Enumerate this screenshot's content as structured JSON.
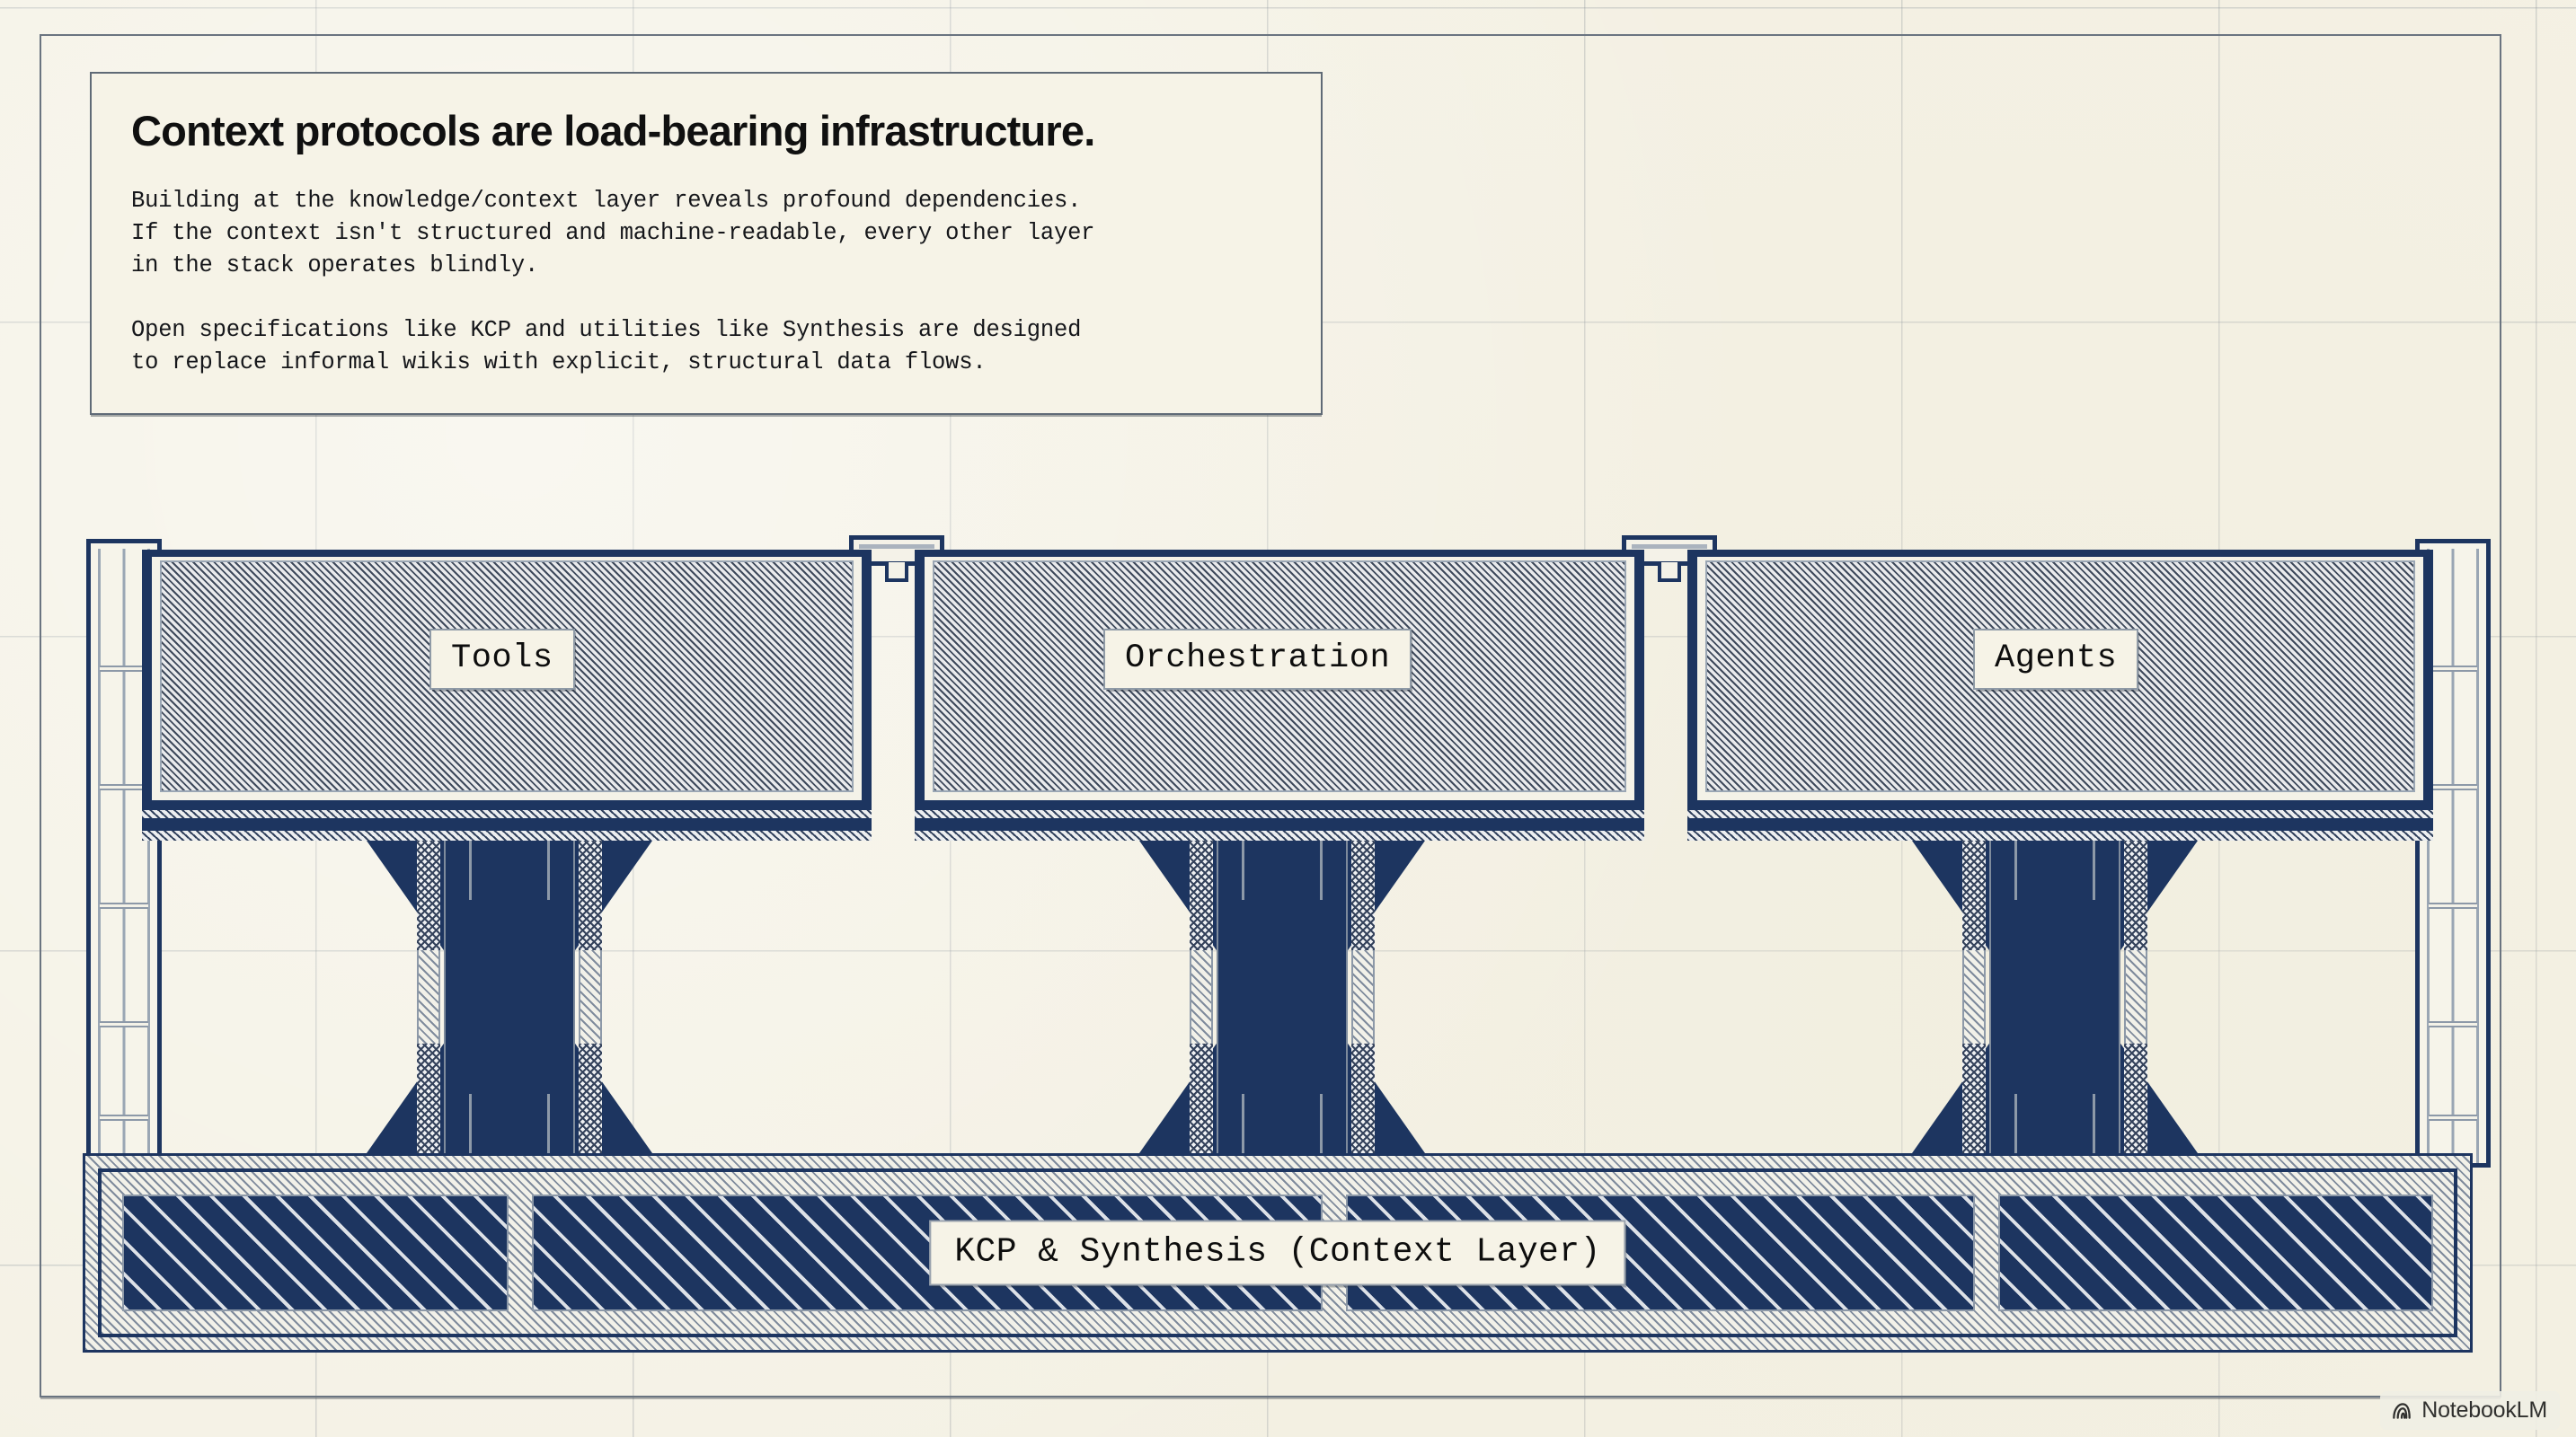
{
  "canvas": {
    "background_color": "#f4f1e4",
    "navy": "#1d3560",
    "frame_color": "#6a7480",
    "card_background": "#f6f3e7"
  },
  "card": {
    "title": "Context protocols are load-bearing infrastructure.",
    "paragraph_1": "Building at the knowledge/context layer reveals profound dependencies.\nIf the context isn't structured and machine-readable, every other layer\nin the stack operates blindly.",
    "paragraph_2": "Open specifications like KCP and utilities like Synthesis are designed\nto replace informal wikis with explicit, structural data flows."
  },
  "diagram": {
    "type": "bridge-infrastructure-metaphor",
    "deck_spans": [
      {
        "label": "Tools"
      },
      {
        "label": "Orchestration"
      },
      {
        "label": "Agents"
      }
    ],
    "foundation": {
      "label": "KCP & Synthesis (Context Layer)"
    },
    "piers_count": 3,
    "towers_count": 2
  },
  "watermark": {
    "label": "NotebookLM",
    "icon": "notebooklm-spiral-icon"
  }
}
